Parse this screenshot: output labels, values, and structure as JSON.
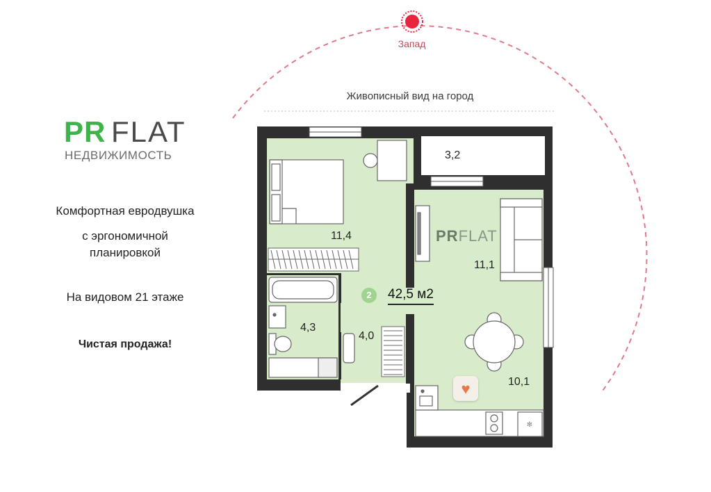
{
  "brand": {
    "pr": "PR",
    "flat": "FLAT",
    "subtitle": "НЕДВИЖИМОСТЬ",
    "primary_color": "#3db34a",
    "secondary_color": "#4a4a4a"
  },
  "description": {
    "line1": "Комфортная евродвушка",
    "line2": "с эргономичной\nпланировкой",
    "line3": "На видовом 21 этаже",
    "line4": "Чистая продажа!"
  },
  "compass": {
    "label": "Запад",
    "color": "#e5263e"
  },
  "view_label": "Живописный вид на город",
  "rooms": {
    "bedroom": "11,4",
    "balcony": "3,2",
    "living": "11,1",
    "bathroom": "4,3",
    "hall": "4,0",
    "kitchen": "10,1"
  },
  "total_area": {
    "rooms_count": "2",
    "text": "42,5 м2"
  },
  "watermark": {
    "pr": "PR",
    "flat": "FLAT"
  },
  "favorite": {
    "icon": "heart-icon"
  },
  "colors": {
    "floor": "#d8eccb",
    "walls": "#2f2f2f",
    "arc": "#e07a8a"
  }
}
